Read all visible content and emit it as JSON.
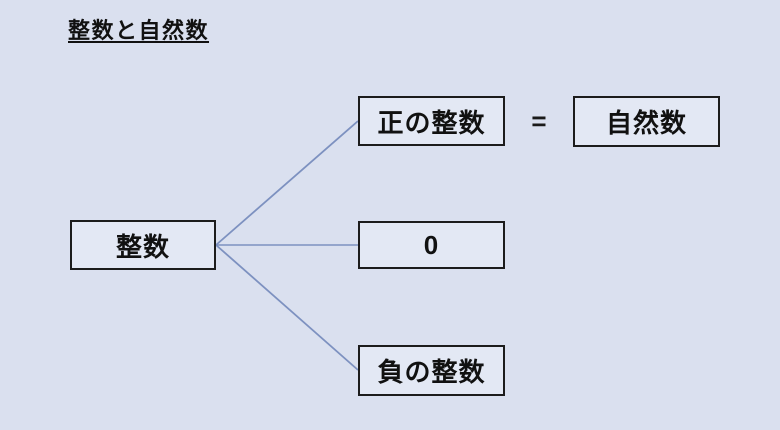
{
  "title": "整数と自然数",
  "colors": {
    "background": "#dae0ef",
    "box_fill": "#e3e8f4",
    "box_border": "#1c1c1c",
    "connector_line": "#7d91c0",
    "text": "#111111"
  },
  "diagram": {
    "root": {
      "label": "整数"
    },
    "branches": [
      {
        "label": "正の整数"
      },
      {
        "label": "0"
      },
      {
        "label": "負の整数"
      }
    ],
    "equals_sign": "=",
    "natural": {
      "label": "自然数"
    }
  }
}
